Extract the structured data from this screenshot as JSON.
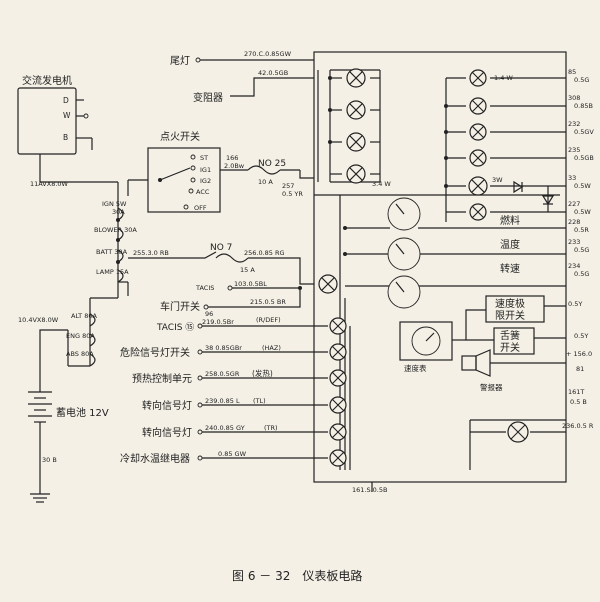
{
  "components": {
    "alternator": "交流发电机",
    "alt_terms": [
      "D",
      "W",
      "B"
    ],
    "ign_switch": "点火开关",
    "ign_terms": [
      "ST",
      "IG1",
      "IG2",
      "ACC",
      "OFF"
    ],
    "battery": "蓄电池 12V",
    "tail_lamp": "尾灯",
    "rheostat": "变阻器",
    "fuse_box_labels": [
      "IGN 5W",
      "30A",
      "BLOWER 30A",
      "BATT 30A",
      "LAMP 15A",
      "ALT 80A",
      "ENG 80A",
      "ABS 80A"
    ],
    "no25": "NO 25",
    "no7": "NO 7",
    "fuse10a": "10 A",
    "fuse15a": "15 A",
    "tacis1": "TACIS",
    "door_switch": "车门开关",
    "tacis2": "TACIS ⑮",
    "hazard": "危险信号灯开关",
    "preheat": "预热控制单元",
    "turn1": "转向信号灯",
    "turn2": "转向信号灯",
    "coolant": "冷却水温继电器",
    "fuel": "燃料",
    "temp": "温度",
    "tach": "转速",
    "speed_limit": "速度极限开关",
    "reed": "舌簧开关",
    "speedometer": "速度表",
    "buzzer": "警报器"
  },
  "wires": {
    "w270": "270.C.0.85GW",
    "w42": "42.0.5GB",
    "w166": "166",
    "w166b": "2.0Bw",
    "w257": "257",
    "w257b": "0.5 YR",
    "w255": "255.3.0 RB",
    "w256": "256.0.85 RG",
    "w103": "103.0.5BL",
    "w215": "215.0.5 BR",
    "w96": "96",
    "w219": "219.0.5Br",
    "w_rdef": "(R/DEF)",
    "w38": "38 0.85GBr",
    "w_haz": "(HAZ)",
    "w258": "258.0.5GR",
    "w_preheat": "(发热)",
    "w239": "239.0.85 L",
    "w_tl": "(TL)",
    "w240": "240.0.85 GY",
    "w_tr": "(TR)",
    "w085gw": "0.85 GW",
    "w161": "161.S.0.5B",
    "w11": "11AVX8.0W",
    "w10": "10.4VX8.0W",
    "w30b": "30 B",
    "w3w": "3W",
    "w14": "1.4 W",
    "w34": "3.4 W",
    "r85": "85",
    "r85b": "0.5G",
    "r308": "308",
    "r308b": "0.85B",
    "r232": "232",
    "r232b": "0.5GV",
    "r235": "235",
    "r235b": "0.5GB",
    "r33": "33",
    "r33b": "0.5W",
    "r227": "227",
    "r227b": "0.5W",
    "r228": "228",
    "r228b": "0.5R",
    "r233": "233",
    "r233b": "0.5G",
    "r234": "234",
    "r234b": "0.5G",
    "r05y": "0.5Y",
    "r05yb": "0.5Y",
    "r156": "+ 156.0",
    "r81": "81",
    "r161t": "161T",
    "r161tb": "0.5 B",
    "r236": "236.0.5 R"
  },
  "caption": "图 6 － 32　仪表板电路"
}
